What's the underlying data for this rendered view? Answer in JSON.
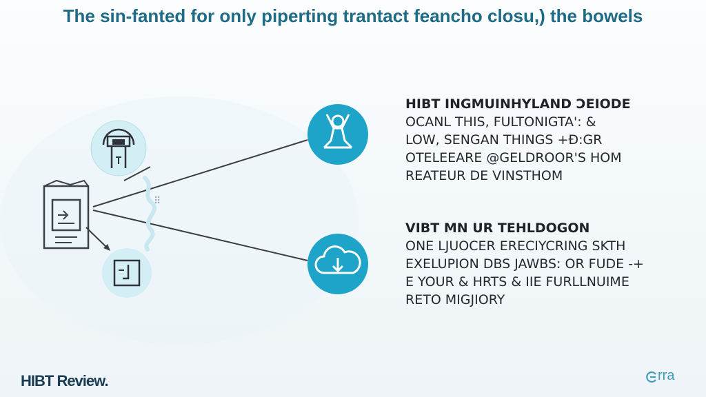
{
  "title": "The sin-fanted for only piperting trantact feancho closu,) the bowels",
  "blocks": [
    {
      "heading": "HIBT INGMUINHYLAND ƆEIODE",
      "lines": [
        "OCANL THIS, FULTONIGTA': &",
        "LOW, SENGAN THINGS +Ð:GR",
        "OTELEEARE @GELDROOR'S HOM",
        "REATEUR DE VINSTHOM"
      ]
    },
    {
      "heading": "VIBT MN UR TEHLDOGON",
      "lines": [
        "ONE LJUOCER ERECIYCRING SKTH",
        "EXELUPION DBS JAWBS: OR FUDE -+",
        "E YOUR & HRTS & IIE FURLLNUIME",
        "RETO MIGJIORY"
      ]
    }
  ],
  "logos": {
    "left": "HIBT Review.",
    "right": "rra"
  },
  "icons": {
    "top_left": "bridge-lock-icon",
    "document": "document-icon",
    "bottom_left": "frame-icon",
    "top_right": "person-icon",
    "bottom_right": "cloud-download-icon"
  },
  "colors": {
    "accent": "#1ea3c9",
    "title": "#1d6b85",
    "light_circle": "#d4eef5",
    "text": "#25292d"
  }
}
